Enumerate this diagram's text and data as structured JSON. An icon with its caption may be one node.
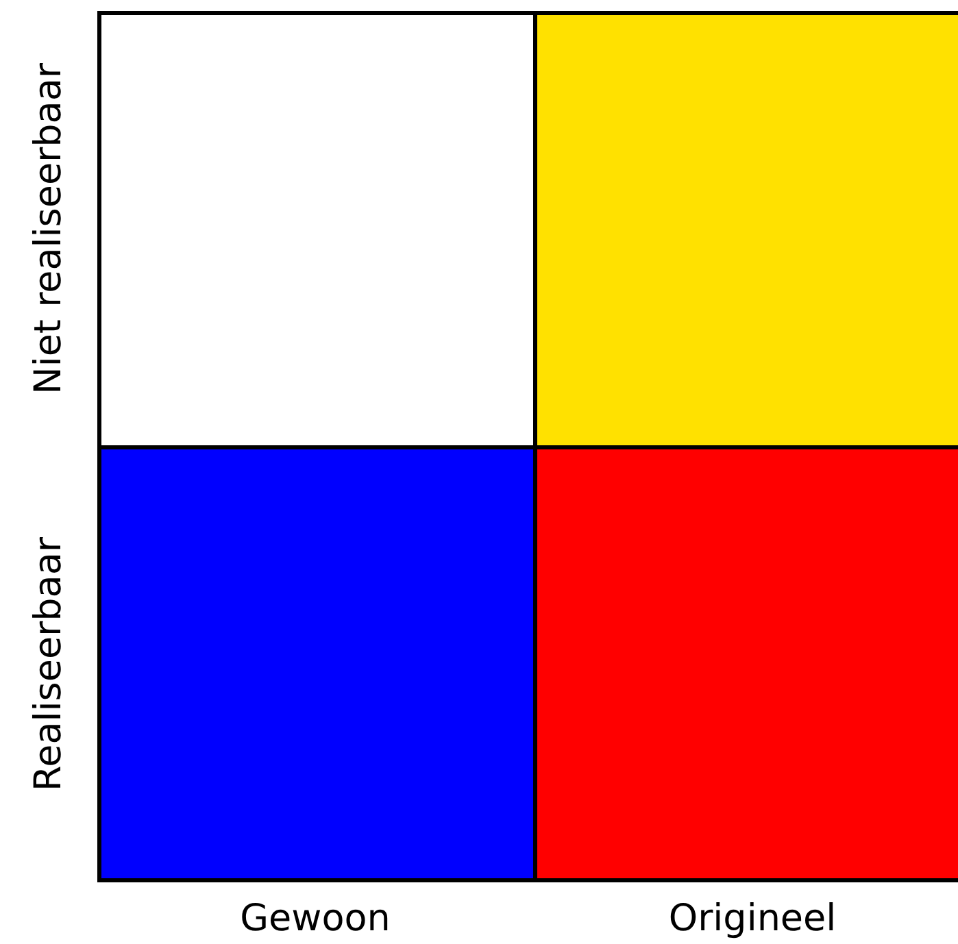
{
  "diagram": {
    "nodes": [
      {
        "text": [],
        "shape": "box"
      },
      {
        "text": [],
        "shape": "box"
      },
      {
        "text": [],
        "shape": "box"
      },
      {
        "text": [],
        "shape": "box"
      }
    ],
    "labels": [
      "Niet realiseerbaar",
      "Realiseerbaar",
      "Gewoon",
      "Origineel"
    ]
  }
}
